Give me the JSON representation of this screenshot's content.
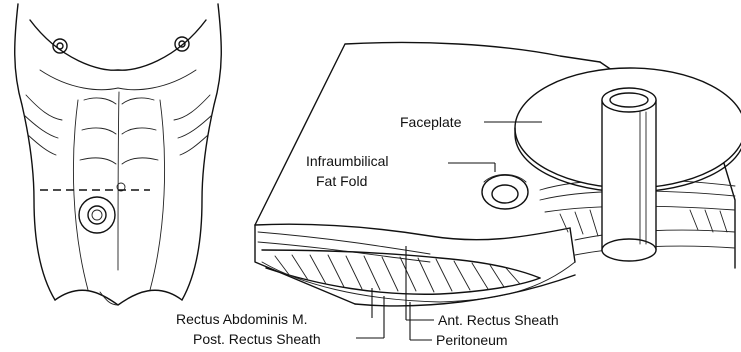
{
  "labels": {
    "faceplate": "Faceplate",
    "infraumbilical_line1": "Infraumbilical",
    "infraumbilical_line2": "Fat Fold",
    "rectus_abdominis": "Rectus Abdominis M.",
    "post_rectus_sheath": "Post. Rectus Sheath",
    "ant_rectus_sheath": "Ant. Rectus Sheath",
    "peritoneum": "Peritoneum"
  },
  "colors": {
    "ink": "#111111",
    "background": "#ffffff"
  }
}
